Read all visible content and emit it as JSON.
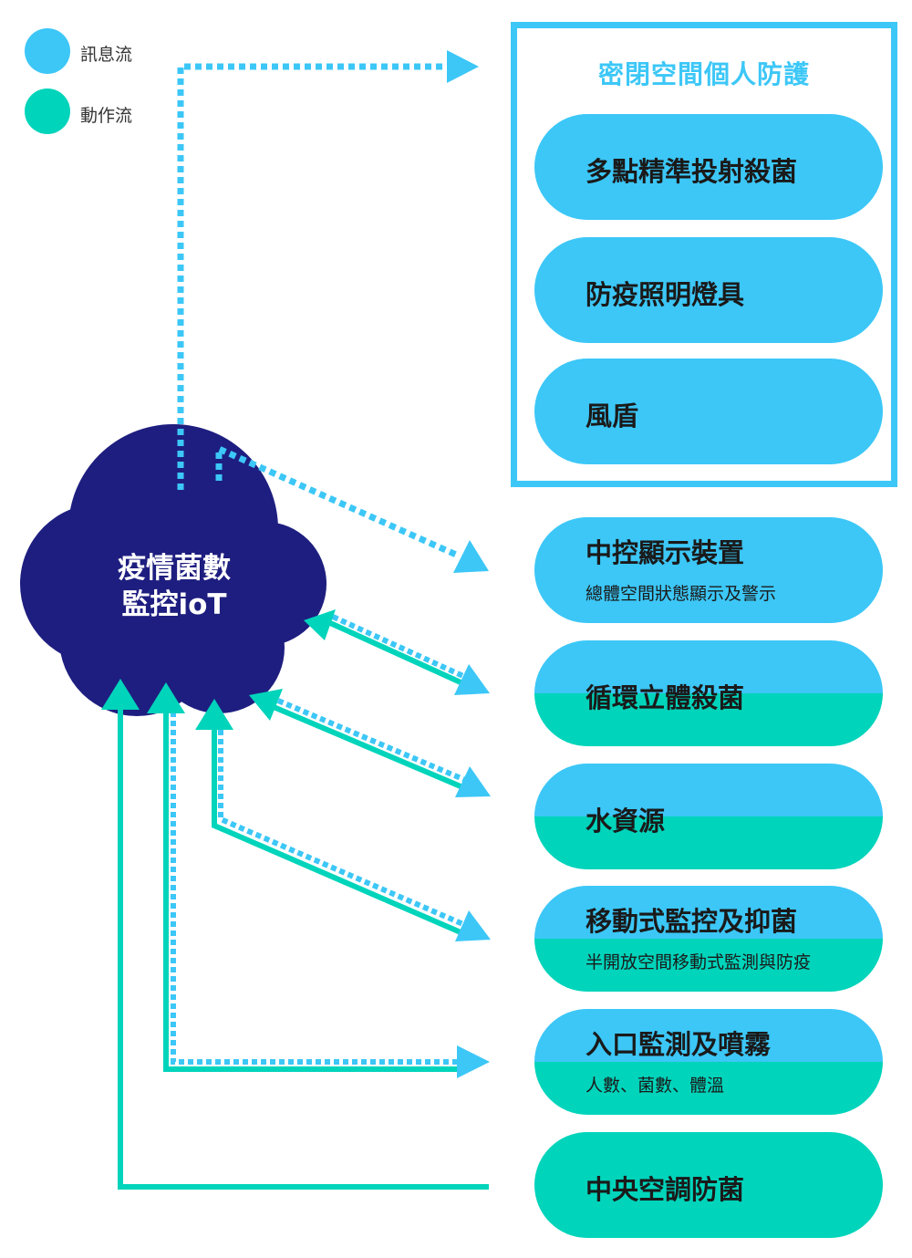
{
  "legend": [
    {
      "label": "訊息流",
      "color": "#3cc7f7"
    },
    {
      "label": "動作流",
      "color": "#00d4bb"
    }
  ],
  "hub": {
    "line1": "疫情菌數",
    "line2": "監控ioT",
    "color": "#1e1e80"
  },
  "group": {
    "title": "密閉空間個人防護"
  },
  "group_items": [
    {
      "title": "多點精準投射殺菌"
    },
    {
      "title": "防疫照明燈具"
    },
    {
      "title": "風盾"
    }
  ],
  "devices": [
    {
      "title": "中控顯示裝置",
      "subtitle": "總體空間狀態顯示及警示",
      "style": "info"
    },
    {
      "title": "循環立體殺菌",
      "subtitle": "",
      "style": "split"
    },
    {
      "title": "水資源",
      "subtitle": "",
      "style": "split"
    },
    {
      "title": "移動式監控及抑菌",
      "subtitle": "半開放空間移動式監測與防疫",
      "style": "split"
    },
    {
      "title": "入口監測及噴霧",
      "subtitle": "人數、菌數、體溫",
      "style": "split"
    },
    {
      "title": "中央空調防菌",
      "subtitle": "",
      "style": "action"
    }
  ],
  "colors": {
    "info": "#3cc7f7",
    "action": "#00d4bb",
    "hub": "#1e1e80"
  }
}
